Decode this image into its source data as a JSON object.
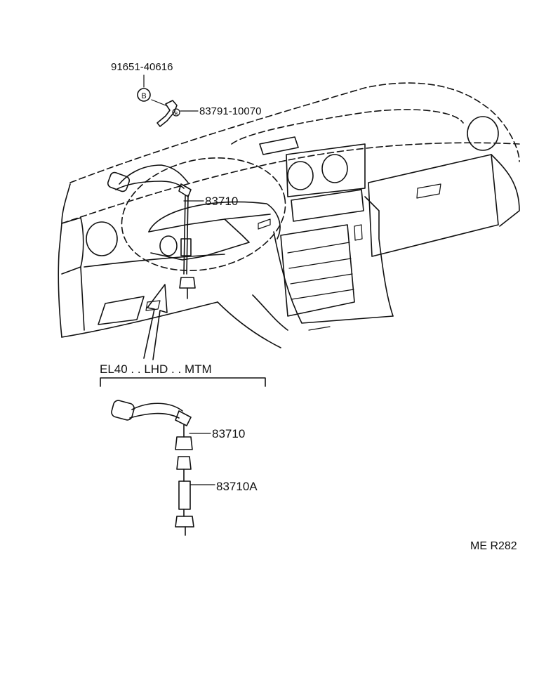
{
  "parts": {
    "bolt": "91651-40616",
    "bolt_marker": "B",
    "clamp": "83791-10070",
    "clamp_marker": "B",
    "speedometer_cable_main": "83710",
    "speedometer_cable_sub": "83710",
    "speedometer_cable_a": "83710A"
  },
  "variant": {
    "label": "EL40 . . LHD . . MTM"
  },
  "reference": {
    "code": "ME R282"
  },
  "colors": {
    "ink": "#111111",
    "background": "#ffffff"
  }
}
